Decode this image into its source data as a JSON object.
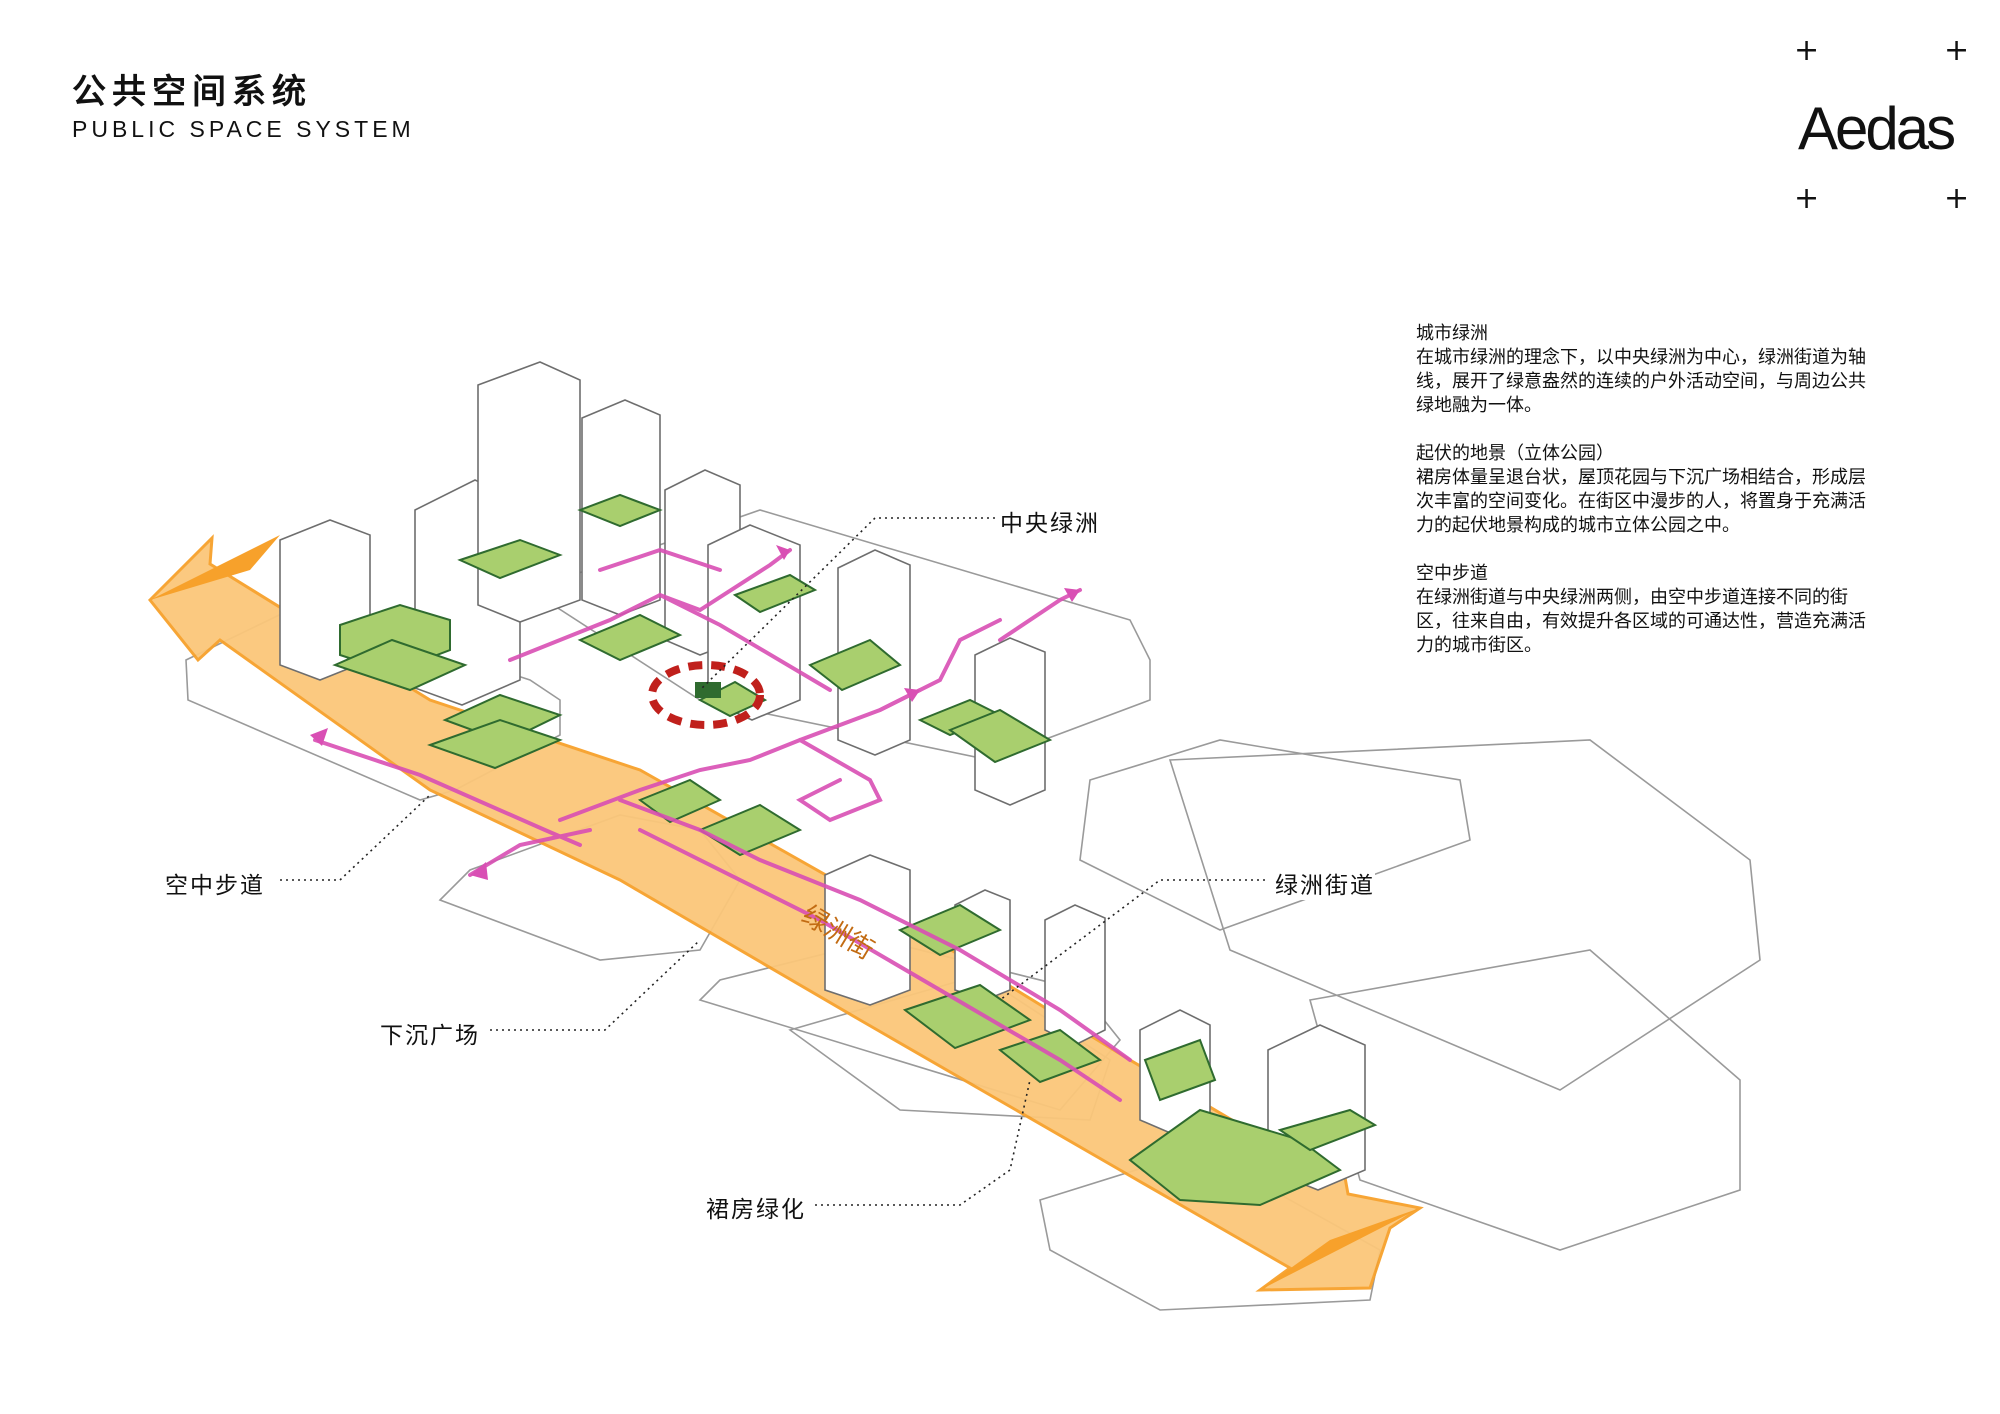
{
  "header": {
    "title_cn": "公共空间系统",
    "title_en": "PUBLIC SPACE SYSTEM"
  },
  "brand": {
    "logo_text": "Aedas"
  },
  "notes": [
    {
      "heading": "城市绿洲",
      "lines": [
        "在城市绿洲的理念下，以中央绿洲为中心，绿洲街道为轴",
        "线，展开了绿意盎然的连续的户外活动空间，与周边公共",
        "绿地融为一体。"
      ]
    },
    {
      "heading": "起伏的地景（立体公园）",
      "lines": [
        "裙房体量呈退台状，屋顶花园与下沉广场相结合，形成层",
        "次丰富的空间变化。在街区中漫步的人，将置身于充满活",
        "力的起伏地景构成的城市立体公园之中。"
      ]
    },
    {
      "heading": "空中步道",
      "lines": [
        "在绿洲街道与中央绿洲两侧，由空中步道连接不同的街",
        "区，往来自由，有效提升各区域的可通达性，营造充满活",
        "力的城市街区。"
      ]
    }
  ],
  "labels": {
    "central_oasis": "中央绿洲",
    "skywalk": "空中步道",
    "oasis_street": "绿洲街道",
    "sunken_plaza": "下沉广场",
    "podium_greening": "裙房绿化",
    "street_text": "绿洲街"
  },
  "colors": {
    "axis_orange": "#f7a12b",
    "axis_fill": "#fbc77a",
    "skywalk_pink": "#d94fb4",
    "roof_green": "#a9cf6e",
    "dark_green": "#2f6b2f",
    "oasis_marker": "#c0201c"
  },
  "icons": [
    "plus-mark"
  ]
}
